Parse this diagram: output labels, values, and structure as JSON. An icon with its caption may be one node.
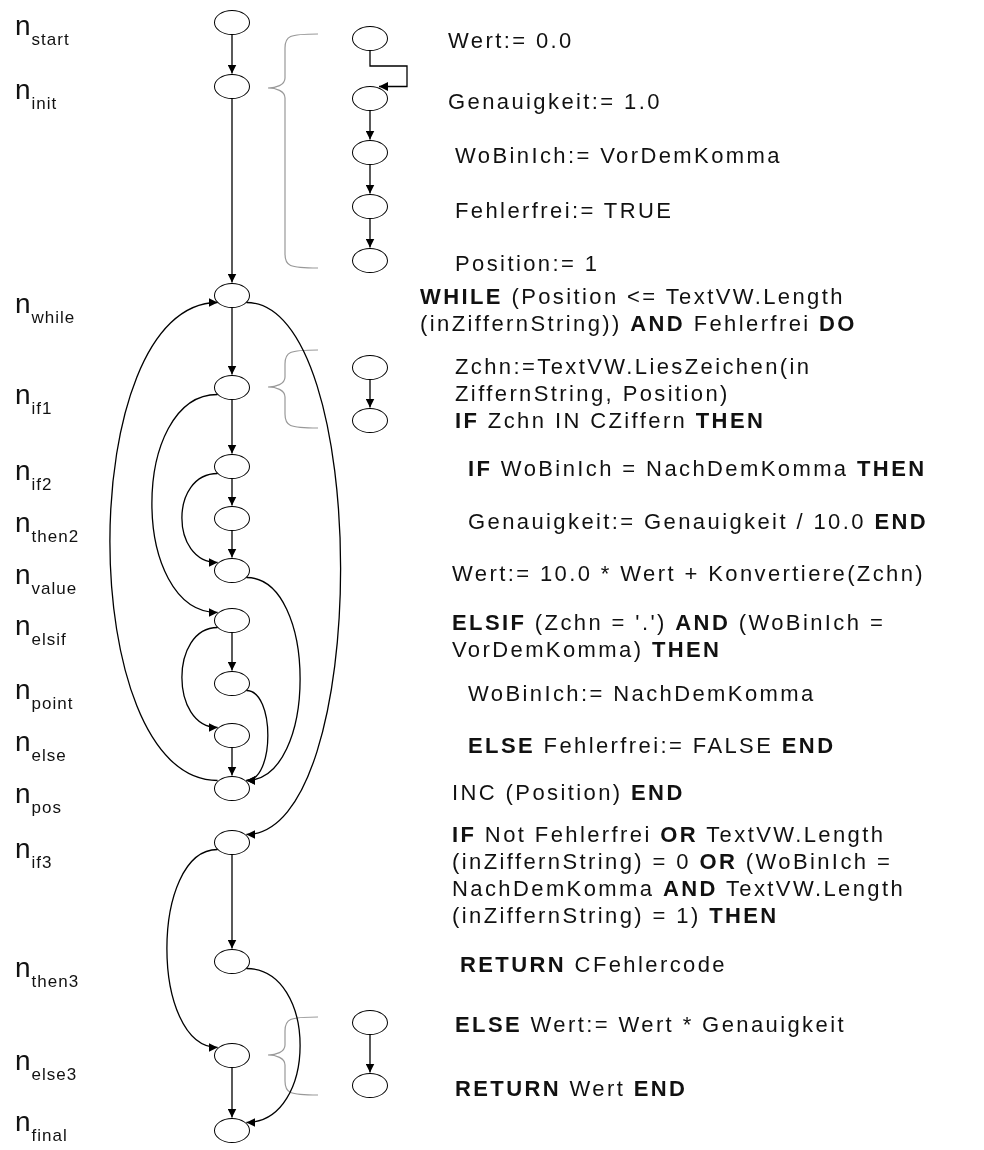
{
  "diagram": {
    "nodes": [
      {
        "text": [],
        "shape": "circle"
      },
      {
        "text": [],
        "shape": "circle"
      },
      {
        "text": [],
        "shape": "circle"
      },
      {
        "text": [],
        "shape": "circle"
      },
      {
        "text": [],
        "shape": "circle"
      },
      {
        "text": [],
        "shape": "circle"
      },
      {
        "text": [],
        "shape": "circle"
      },
      {
        "text": [],
        "shape": "circle"
      },
      {
        "text": [],
        "shape": "circle"
      },
      {
        "text": [],
        "shape": "circle"
      },
      {
        "text": [],
        "shape": "circle"
      },
      {
        "text": [],
        "shape": "circle"
      },
      {
        "text": [],
        "shape": "circle"
      },
      {
        "text": [],
        "shape": "circle"
      },
      {
        "text": [],
        "shape": "circle"
      },
      {
        "text": [],
        "shape": "circle"
      },
      {
        "text": [],
        "shape": "circle"
      },
      {
        "text": [],
        "shape": "circle"
      },
      {
        "text": [],
        "shape": "circle"
      },
      {
        "text": [],
        "shape": "circle"
      },
      {
        "text": [],
        "shape": "circle"
      },
      {
        "text": [],
        "shape": "circle"
      },
      {
        "text": [],
        "shape": "circle"
      },
      {
        "text": [],
        "shape": "circle"
      }
    ],
    "edges": [
      {
        "from": 0,
        "to": 1,
        "arrow": "to"
      },
      {
        "from": 1,
        "to": 2,
        "arrow": "to"
      },
      {
        "from": 2,
        "to": 3,
        "arrow": "to"
      },
      {
        "from": 3,
        "to": 4,
        "arrow": "to"
      },
      {
        "from": 4,
        "to": 5,
        "arrow": "to"
      },
      {
        "from": 5,
        "to": 6,
        "arrow": "to"
      },
      {
        "from": 4,
        "to": 6,
        "arrow": "to"
      },
      {
        "from": 3,
        "to": 7,
        "arrow": "to"
      },
      {
        "from": 6,
        "to": 10,
        "arrow": "to"
      },
      {
        "from": 7,
        "to": 8,
        "arrow": "to"
      },
      {
        "from": 7,
        "to": 9,
        "arrow": "to"
      },
      {
        "from": 8,
        "to": 10,
        "arrow": "to"
      },
      {
        "from": 9,
        "to": 10,
        "arrow": "to"
      },
      {
        "from": 10,
        "to": 2,
        "arrow": "to"
      },
      {
        "from": 2,
        "to": 11,
        "arrow": "to"
      },
      {
        "from": 11,
        "to": 12,
        "arrow": "to"
      },
      {
        "from": 11,
        "to": 13,
        "arrow": "to"
      },
      {
        "from": 12,
        "to": 14,
        "arrow": "to"
      },
      {
        "from": 13,
        "to": 14,
        "arrow": "to"
      },
      {
        "from": 15,
        "to": 16,
        "arrow": "to"
      },
      {
        "from": 16,
        "to": 17,
        "arrow": "to"
      },
      {
        "from": 17,
        "to": 18,
        "arrow": "to"
      },
      {
        "from": 18,
        "to": 19,
        "arrow": "to"
      },
      {
        "from": 20,
        "to": 21,
        "arrow": "to"
      },
      {
        "from": 22,
        "to": 23,
        "arrow": "to"
      }
    ],
    "labels": [
      "n$_{start}$",
      "Wert:= 0.0",
      "n$_{init}$",
      "Genauigkeit:= 1.0",
      "WoBinIch:= VorDemKomma",
      "Fehlerfrei:= TRUE",
      "Position:= 1",
      "**WHILE** (Position <= TextVW.Length (inZiffernString)) **AND** Fehlerfrei **DO**",
      "n$_{while}$",
      "Zchn:=TextVW.LiesZeichen(in ZiffernString, Position)",
      "n$_{if1}$",
      "**IF** Zchn IN CZiffern **THEN**",
      "n$_{if2}$",
      "**IF** WoBinIch = NachDemKomma **THEN**",
      "n$_{then2}$",
      "Genauigkeit:= Genauigkeit / 10.0 **END**",
      "n$_{value}$",
      "Wert:= 10.0 * Wert + Konvertiere(Zchn)",
      "**ELSIF** (Zchn = '.') **AND** (WoBinIch = VorDemKomma) **THEN**",
      "n$_{elsif}$",
      "n$_{point}$",
      "WoBinIch:= NachDemKomma",
      "n$_{else}$",
      "**ELSE** Fehlerfrei:= FALSE **END**",
      "INC (Position) **END**",
      "n$_{pos}$",
      "**IF** Not Fehlerfrei **OR** TextVW.Length (inZiffernString) = 0 **OR** (WoBinIch = NachDemKomma **AND** TextVW.Length (inZiffernString) = 1) **THEN**",
      "n$_{if3}$",
      "n$_{then3}$",
      "**RETURN** CFehlercode",
      "**ELSE** Wert:= Wert * Genauigkeit",
      "n$_{else3}$",
      "**RETURN** Wert **END**",
      "n$_{final}$"
    ]
  }
}
